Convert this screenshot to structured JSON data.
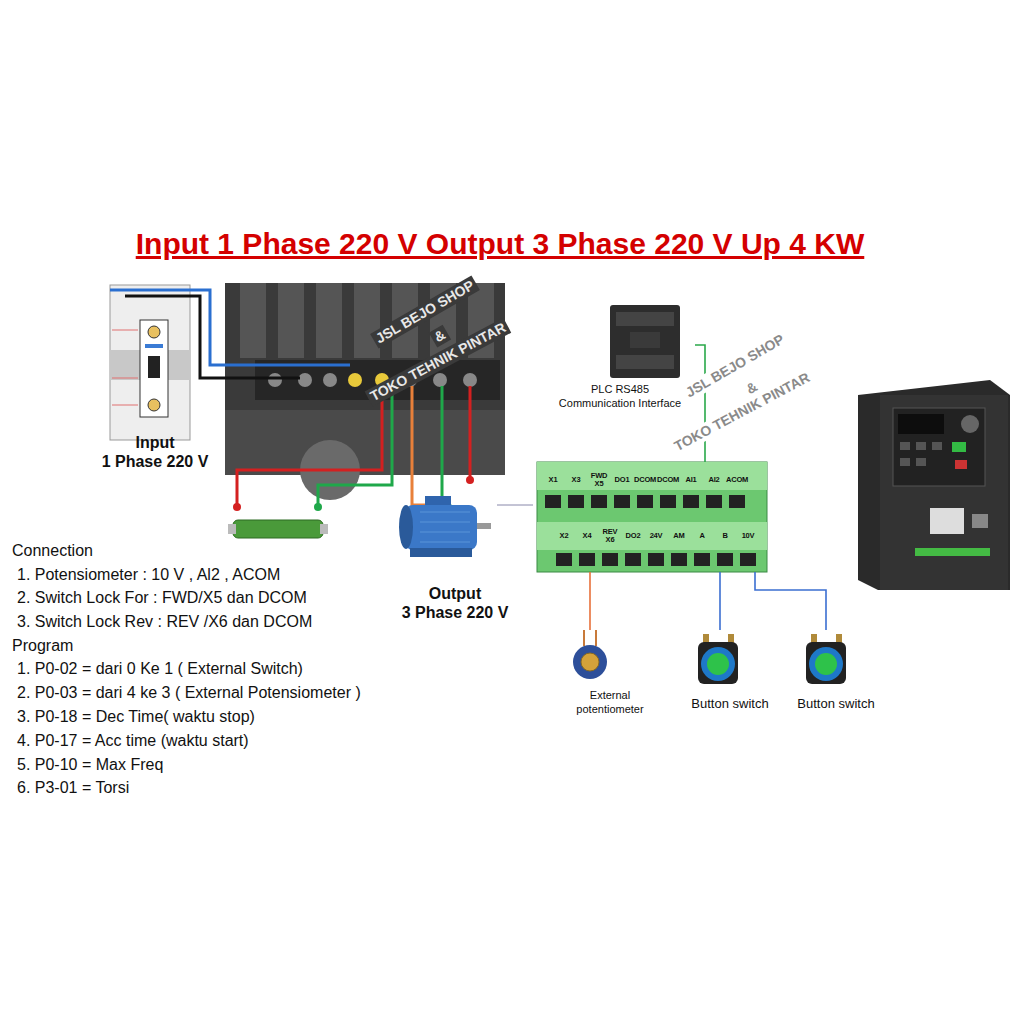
{
  "diagram": {
    "title": "Input 1 Phase 220 V Output 3 Phase 220 V Up 4 KW",
    "nodes": [
      {
        "text": [
          "Input",
          "1 Phase 220 V"
        ]
      },
      {
        "text": [
          "PLC RS485 Communication Interface"
        ]
      },
      {
        "text": [
          "Output",
          "3 Phase 220 V"
        ]
      },
      {
        "text": [
          "X1",
          "X3",
          "FWD X5",
          "DO1",
          "DCOM",
          "DCOM",
          "AI1",
          "AI2",
          "ACOM",
          "X2",
          "X4",
          "REV X6",
          "DO2",
          "24V",
          "AM",
          "A",
          "B",
          "10V"
        ]
      },
      {
        "text": [
          "External potentiometer"
        ]
      },
      {
        "text": [
          "Button switch"
        ]
      },
      {
        "text": [
          "Button switch"
        ]
      }
    ],
    "edges": [
      {
        "from": 1,
        "to": 3,
        "arrow": "none"
      },
      {
        "from": 4,
        "to": 3,
        "arrow": "none"
      },
      {
        "from": 5,
        "to": 3,
        "arrow": "none"
      },
      {
        "from": 6,
        "to": 3,
        "arrow": "none"
      }
    ],
    "labels": [
      "JSL BEJO SHOP",
      "&",
      "TOKO TEHNIK PINTAR",
      "Connection",
      "1. Potensiometer : 10 V , Al2 , ACOM",
      "2. Switch Lock For : FWD/X5 dan DCOM",
      "3. Switch Lock Rev : REV /X6 dan DCOM",
      "Program",
      "1. P0-02 = dari 0 Ke 1 ( External Switch)",
      "2. P0-03 = dari 4 ke 3 ( External Potensiometer )",
      "3. P0-18 = Dec Time( waktu stop)",
      "4. P0-17 = Acc time (waktu start)",
      "5. P0-10 = Max Freq",
      "6. P3-01 = Torsi",
      "JSL BEJO SHOP",
      "&",
      "TOKO TEHNIK PINTAR"
    ]
  }
}
